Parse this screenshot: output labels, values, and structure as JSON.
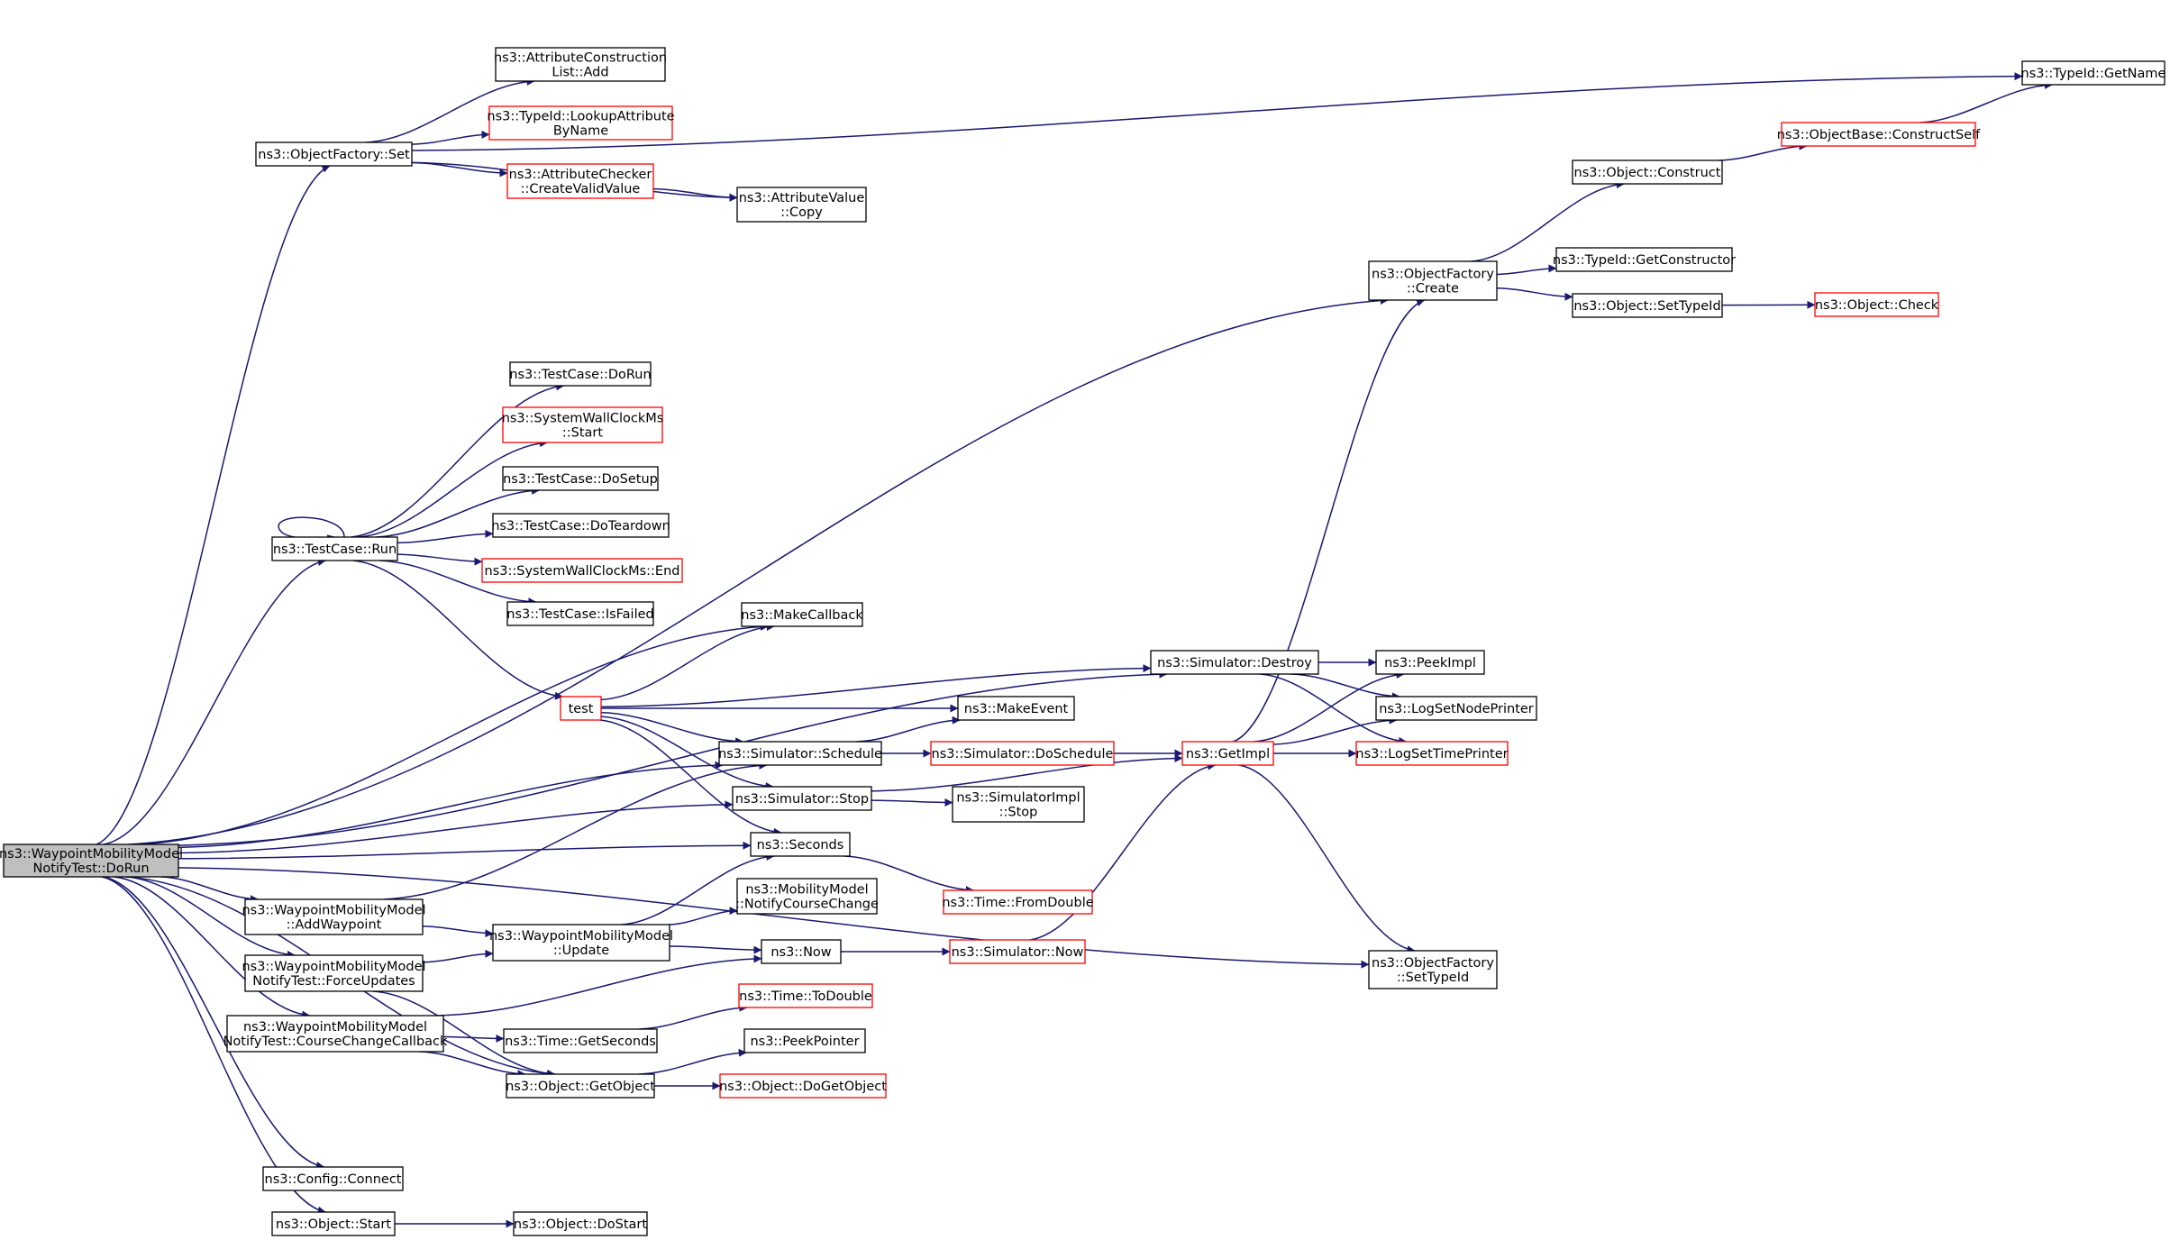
{
  "colors": {
    "edge": "#191970",
    "box_border": "#000000",
    "box_border_undocumented": "#ff0000",
    "root_fill": "#bfbfbf",
    "node_fill": "#ffffff"
  },
  "graph": {
    "nodes": [
      {
        "id": "root",
        "lines": [
          "ns3::WaypointMobilityModel",
          "NotifyTest::DoRun"
        ],
        "style": "root"
      },
      {
        "id": "objfactory_set",
        "lines": [
          "ns3::ObjectFactory::Set"
        ],
        "style": "normal"
      },
      {
        "id": "attrconstr_add",
        "lines": [
          "ns3::AttributeConstruction",
          "List::Add"
        ],
        "style": "normal"
      },
      {
        "id": "typeid_lookup",
        "lines": [
          "ns3::TypeId::LookupAttribute",
          "ByName"
        ],
        "style": "red"
      },
      {
        "id": "attrchecker_create",
        "lines": [
          "ns3::AttributeChecker",
          "::CreateValidValue"
        ],
        "style": "red"
      },
      {
        "id": "attrvalue_copy",
        "lines": [
          "ns3::AttributeValue",
          "::Copy"
        ],
        "style": "normal"
      },
      {
        "id": "typeid_getname",
        "lines": [
          "ns3::TypeId::GetName"
        ],
        "style": "normal"
      },
      {
        "id": "objbase_constructself",
        "lines": [
          "ns3::ObjectBase::ConstructSelf"
        ],
        "style": "red"
      },
      {
        "id": "object_construct",
        "lines": [
          "ns3::Object::Construct"
        ],
        "style": "normal"
      },
      {
        "id": "objfactory_create",
        "lines": [
          "ns3::ObjectFactory",
          "::Create"
        ],
        "style": "normal"
      },
      {
        "id": "typeid_getconstructor",
        "lines": [
          "ns3::TypeId::GetConstructor"
        ],
        "style": "normal"
      },
      {
        "id": "object_settypeid",
        "lines": [
          "ns3::Object::SetTypeId"
        ],
        "style": "normal"
      },
      {
        "id": "object_check",
        "lines": [
          "ns3::Object::Check"
        ],
        "style": "red"
      },
      {
        "id": "testcase_dorun",
        "lines": [
          "ns3::TestCase::DoRun"
        ],
        "style": "normal"
      },
      {
        "id": "swc_start",
        "lines": [
          "ns3::SystemWallClockMs",
          "::Start"
        ],
        "style": "red"
      },
      {
        "id": "testcase_dosetup",
        "lines": [
          "ns3::TestCase::DoSetup"
        ],
        "style": "normal"
      },
      {
        "id": "testcase_doteardown",
        "lines": [
          "ns3::TestCase::DoTeardown"
        ],
        "style": "normal"
      },
      {
        "id": "swc_end",
        "lines": [
          "ns3::SystemWallClockMs::End"
        ],
        "style": "red"
      },
      {
        "id": "testcase_isfailed",
        "lines": [
          "ns3::TestCase::IsFailed"
        ],
        "style": "normal"
      },
      {
        "id": "testcase_run",
        "lines": [
          "ns3::TestCase::Run"
        ],
        "style": "normal"
      },
      {
        "id": "makecallback",
        "lines": [
          "ns3::MakeCallback"
        ],
        "style": "normal"
      },
      {
        "id": "sim_destroy",
        "lines": [
          "ns3::Simulator::Destroy"
        ],
        "style": "normal"
      },
      {
        "id": "peekimpl",
        "lines": [
          "ns3::PeekImpl"
        ],
        "style": "normal"
      },
      {
        "id": "test",
        "lines": [
          "test"
        ],
        "style": "red"
      },
      {
        "id": "makeevent",
        "lines": [
          "ns3::MakeEvent"
        ],
        "style": "normal"
      },
      {
        "id": "lognodeprinter",
        "lines": [
          "ns3::LogSetNodePrinter"
        ],
        "style": "normal"
      },
      {
        "id": "sim_schedule",
        "lines": [
          "ns3::Simulator::Schedule"
        ],
        "style": "normal"
      },
      {
        "id": "sim_doschedule",
        "lines": [
          "ns3::Simulator::DoSchedule"
        ],
        "style": "red"
      },
      {
        "id": "getimpl",
        "lines": [
          "ns3::GetImpl"
        ],
        "style": "red"
      },
      {
        "id": "logtimeprinter",
        "lines": [
          "ns3::LogSetTimePrinter"
        ],
        "style": "red"
      },
      {
        "id": "sim_stop",
        "lines": [
          "ns3::Simulator::Stop"
        ],
        "style": "normal"
      },
      {
        "id": "simimpl_stop",
        "lines": [
          "ns3::SimulatorImpl",
          "::Stop"
        ],
        "style": "normal"
      },
      {
        "id": "seconds",
        "lines": [
          "ns3::Seconds"
        ],
        "style": "normal"
      },
      {
        "id": "mm_notify",
        "lines": [
          "ns3::MobilityModel",
          "::NotifyCourseChange"
        ],
        "style": "normal"
      },
      {
        "id": "time_fromdouble",
        "lines": [
          "ns3::Time::FromDouble"
        ],
        "style": "red"
      },
      {
        "id": "wmm_addwaypoint",
        "lines": [
          "ns3::WaypointMobilityModel",
          "::AddWaypoint"
        ],
        "style": "normal"
      },
      {
        "id": "wmm_update",
        "lines": [
          "ns3::WaypointMobilityModel",
          "::Update"
        ],
        "style": "normal"
      },
      {
        "id": "now",
        "lines": [
          "ns3::Now"
        ],
        "style": "normal"
      },
      {
        "id": "sim_now",
        "lines": [
          "ns3::Simulator::Now"
        ],
        "style": "red"
      },
      {
        "id": "wmmt_forceupdates",
        "lines": [
          "ns3::WaypointMobilityModel",
          "NotifyTest::ForceUpdates"
        ],
        "style": "normal"
      },
      {
        "id": "objfactory_settypeid",
        "lines": [
          "ns3::ObjectFactory",
          "::SetTypeId"
        ],
        "style": "normal"
      },
      {
        "id": "time_todouble",
        "lines": [
          "ns3::Time::ToDouble"
        ],
        "style": "red"
      },
      {
        "id": "wmmt_ccc",
        "lines": [
          "ns3::WaypointMobilityModel",
          "NotifyTest::CourseChangeCallback"
        ],
        "style": "normal"
      },
      {
        "id": "time_getseconds",
        "lines": [
          "ns3::Time::GetSeconds"
        ],
        "style": "normal"
      },
      {
        "id": "peekpointer",
        "lines": [
          "ns3::PeekPointer"
        ],
        "style": "normal"
      },
      {
        "id": "object_getobject",
        "lines": [
          "ns3::Object::GetObject"
        ],
        "style": "normal"
      },
      {
        "id": "object_dogetobject",
        "lines": [
          "ns3::Object::DoGetObject"
        ],
        "style": "red"
      },
      {
        "id": "config_connect",
        "lines": [
          "ns3::Config::Connect"
        ],
        "style": "normal"
      },
      {
        "id": "object_start",
        "lines": [
          "ns3::Object::Start"
        ],
        "style": "normal"
      },
      {
        "id": "object_dostart",
        "lines": [
          "ns3::Object::DoStart"
        ],
        "style": "normal"
      }
    ],
    "edges": [
      [
        "root",
        "objfactory_set"
      ],
      [
        "root",
        "objfactory_create"
      ],
      [
        "root",
        "sim_destroy"
      ],
      [
        "root",
        "testcase_run"
      ],
      [
        "root",
        "makecallback"
      ],
      [
        "root",
        "sim_schedule"
      ],
      [
        "root",
        "sim_stop"
      ],
      [
        "root",
        "seconds"
      ],
      [
        "root",
        "wmm_addwaypoint"
      ],
      [
        "root",
        "wmmt_forceupdates"
      ],
      [
        "root",
        "wmmt_ccc"
      ],
      [
        "root",
        "object_getobject"
      ],
      [
        "root",
        "objfactory_settypeid"
      ],
      [
        "root",
        "config_connect"
      ],
      [
        "root",
        "object_start"
      ],
      [
        "objfactory_set",
        "typeid_getname"
      ],
      [
        "objfactory_set",
        "attrconstr_add"
      ],
      [
        "objfactory_set",
        "typeid_lookup"
      ],
      [
        "objfactory_set",
        "attrchecker_create"
      ],
      [
        "objfactory_set",
        "attrvalue_copy"
      ],
      [
        "attrchecker_create",
        "attrvalue_copy"
      ],
      [
        "objbase_constructself",
        "typeid_getname"
      ],
      [
        "object_construct",
        "objbase_constructself"
      ],
      [
        "objfactory_create",
        "object_construct"
      ],
      [
        "objfactory_create",
        "typeid_getconstructor"
      ],
      [
        "objfactory_create",
        "object_settypeid"
      ],
      [
        "object_settypeid",
        "object_check"
      ],
      [
        "testcase_run",
        "testcase_dorun"
      ],
      [
        "testcase_run",
        "swc_start"
      ],
      [
        "testcase_run",
        "testcase_dosetup"
      ],
      [
        "testcase_run",
        "testcase_doteardown"
      ],
      [
        "testcase_run",
        "swc_end"
      ],
      [
        "testcase_run",
        "testcase_isfailed"
      ],
      [
        "testcase_run",
        "testcase_run"
      ],
      [
        "testcase_run",
        "test"
      ],
      [
        "test",
        "makecallback"
      ],
      [
        "test",
        "sim_destroy"
      ],
      [
        "test",
        "makeevent"
      ],
      [
        "test",
        "sim_schedule"
      ],
      [
        "test",
        "sim_stop"
      ],
      [
        "test",
        "seconds"
      ],
      [
        "sim_destroy",
        "peekimpl"
      ],
      [
        "sim_destroy",
        "lognodeprinter"
      ],
      [
        "sim_destroy",
        "logtimeprinter"
      ],
      [
        "sim_schedule",
        "makeevent"
      ],
      [
        "sim_schedule",
        "sim_doschedule"
      ],
      [
        "sim_doschedule",
        "getimpl"
      ],
      [
        "getimpl",
        "objfactory_create"
      ],
      [
        "getimpl",
        "peekimpl"
      ],
      [
        "getimpl",
        "lognodeprinter"
      ],
      [
        "getimpl",
        "logtimeprinter"
      ],
      [
        "getimpl",
        "objfactory_settypeid"
      ],
      [
        "sim_stop",
        "simimpl_stop"
      ],
      [
        "sim_stop",
        "getimpl"
      ],
      [
        "seconds",
        "time_fromdouble"
      ],
      [
        "wmm_addwaypoint",
        "sim_schedule"
      ],
      [
        "wmm_addwaypoint",
        "wmm_update"
      ],
      [
        "wmm_update",
        "seconds"
      ],
      [
        "wmm_update",
        "mm_notify"
      ],
      [
        "wmm_update",
        "now"
      ],
      [
        "now",
        "sim_now"
      ],
      [
        "sim_now",
        "getimpl"
      ],
      [
        "wmmt_forceupdates",
        "wmm_update"
      ],
      [
        "wmmt_forceupdates",
        "object_getobject"
      ],
      [
        "wmmt_ccc",
        "now"
      ],
      [
        "wmmt_ccc",
        "time_getseconds"
      ],
      [
        "wmmt_ccc",
        "object_getobject"
      ],
      [
        "time_getseconds",
        "time_todouble"
      ],
      [
        "object_getobject",
        "peekpointer"
      ],
      [
        "object_getobject",
        "object_dogetobject"
      ],
      [
        "object_start",
        "object_dostart"
      ]
    ]
  }
}
